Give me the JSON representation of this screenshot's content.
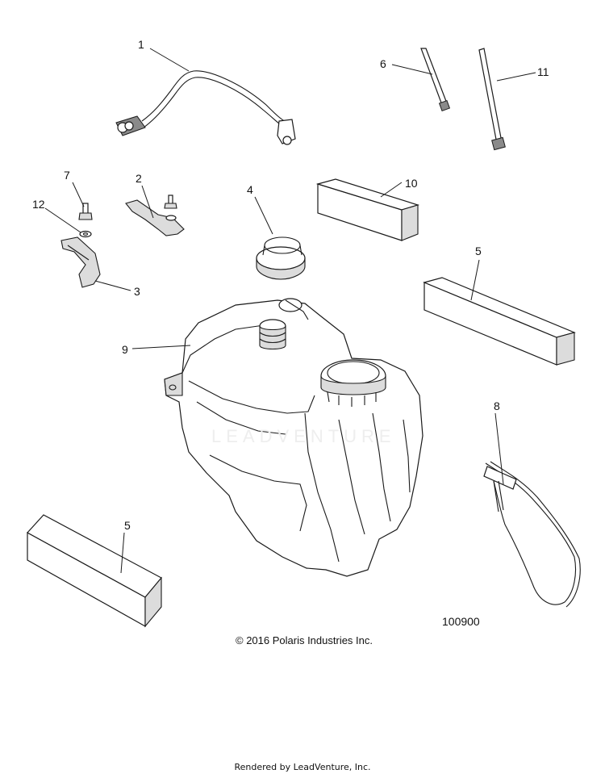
{
  "callouts": {
    "c1": "1",
    "c2": "2",
    "c3": "3",
    "c4": "4",
    "c5_upper": "5",
    "c5_lower": "5",
    "c6": "6",
    "c7": "7",
    "c8": "8",
    "c9": "9",
    "c10": "10",
    "c11": "11",
    "c12": "12"
  },
  "diagram_number": "100900",
  "copyright": "© 2016 Polaris Industries Inc.",
  "rendered_by": "Rendered by LeadVenture, Inc.",
  "watermark": "LEADVENTURE",
  "colors": {
    "ink": "#1a1a1a",
    "shading": "#dcdcdc",
    "background": "#ffffff"
  }
}
